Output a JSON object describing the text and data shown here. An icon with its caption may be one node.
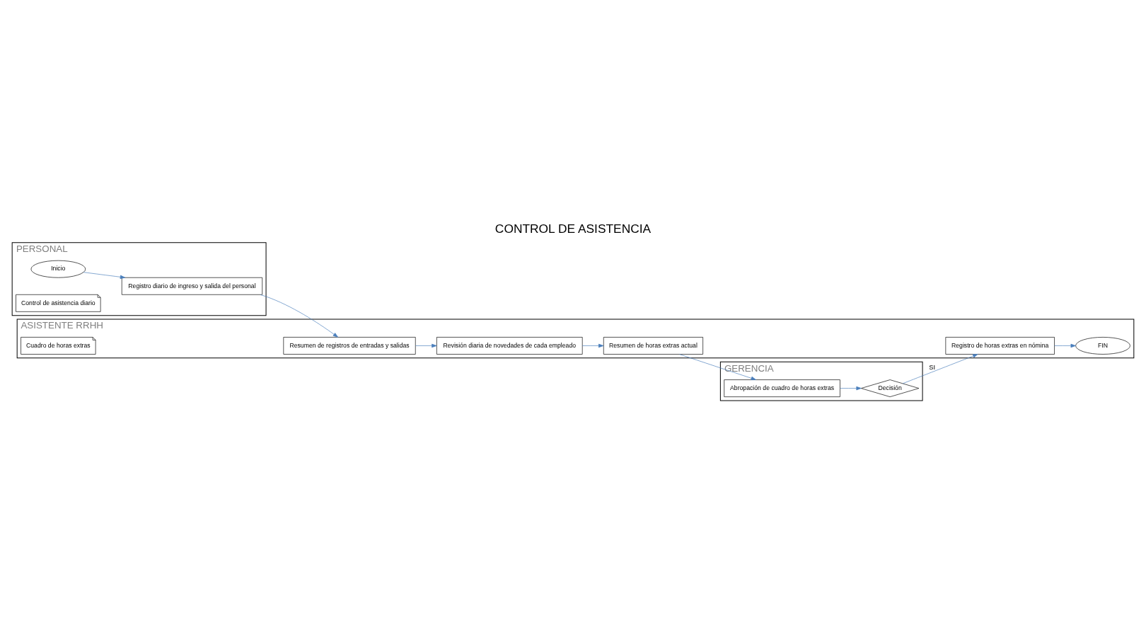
{
  "diagram": {
    "title": "CONTROL DE ASISTENCIA",
    "nodes": [
      {
        "text": [
          "PERSONAL"
        ]
      },
      {
        "text": [
          "Inicio"
        ],
        "in": 0
      },
      {
        "text": [
          "Registro diario de ingreso y salida del personal"
        ],
        "in": 0
      },
      {
        "text": [
          "Control de asistencia diario"
        ],
        "in": 0
      },
      {
        "text": [
          "ASISTENTE RRHH"
        ]
      },
      {
        "text": [
          "Resumen de registros de entradas y salidas"
        ],
        "in": 4
      },
      {
        "text": [
          "Revisión diaria de novedades de cada empleado"
        ],
        "in": 4
      },
      {
        "text": [
          "Resumen de horas extras actual"
        ],
        "in": 4
      },
      {
        "text": [
          "Cuadro de horas extras"
        ],
        "in": 4
      },
      {
        "text": [
          "Registro de horas extras en nómina"
        ],
        "in": 4
      },
      {
        "text": [
          "FIN"
        ],
        "in": 4
      },
      {
        "text": [
          "GERENCIA"
        ]
      },
      {
        "text": [
          "Abropación de cuadro de horas extras"
        ],
        "in": 11
      },
      {
        "text": [
          "Decisión"
        ],
        "in": 11
      }
    ],
    "edges": [
      {
        "from": 1,
        "to": 2,
        "arrow": "to"
      },
      {
        "from": 2,
        "to": 5,
        "arrow": "to"
      },
      {
        "from": 5,
        "to": 6,
        "arrow": "to"
      },
      {
        "from": 6,
        "to": 7,
        "arrow": "to"
      },
      {
        "from": 7,
        "to": 12,
        "arrow": "to"
      },
      {
        "from": 12,
        "to": 13,
        "arrow": "to"
      },
      {
        "from": 13,
        "to": 9,
        "arrow": "to",
        "label": "SI"
      },
      {
        "from": 9,
        "to": 10,
        "arrow": "to"
      }
    ]
  }
}
